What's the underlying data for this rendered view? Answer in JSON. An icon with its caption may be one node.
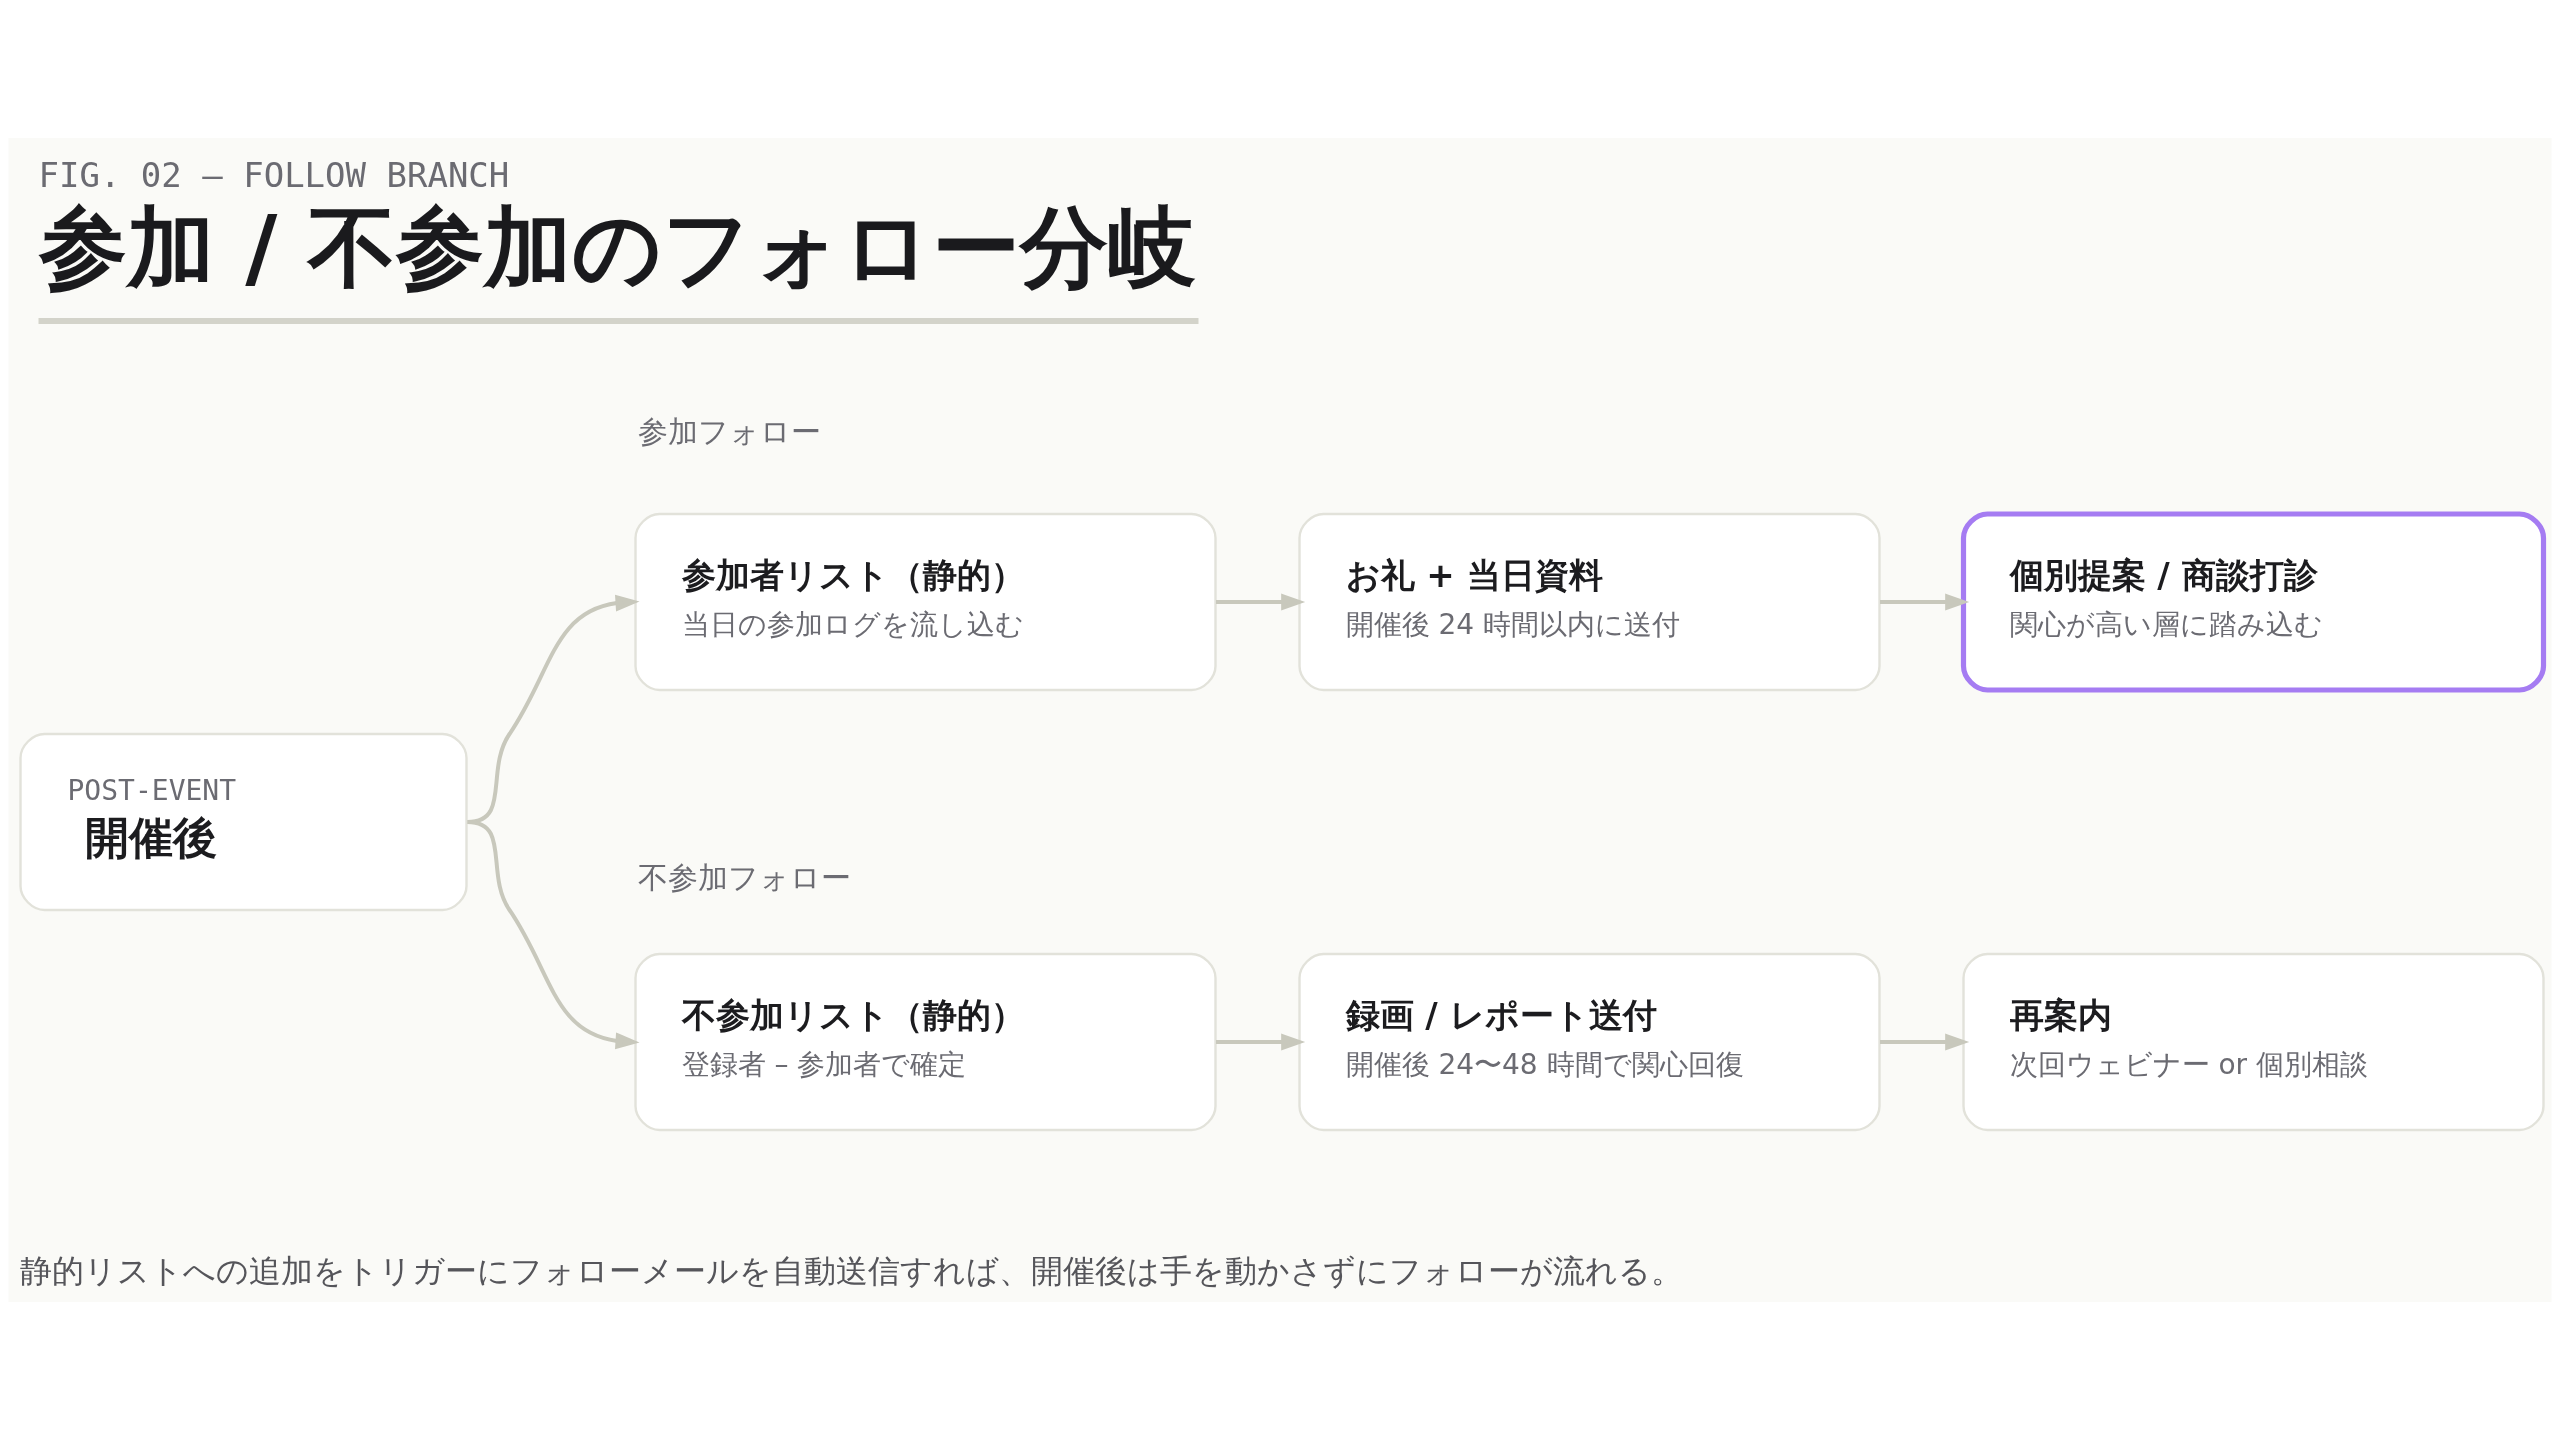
{
  "diagram": {
    "title": "参加 / 不参加のフォロー分岐",
    "caption": "静的リストへの追加をトリガーにフォローメールを自動送信すれば、開催後は手を動かさずにフォローが流れる。",
    "nodes": [
      {
        "text": [
          "POST-EVENT",
          "開催後"
        ]
      },
      {
        "text": [
          "参加者リスト（静的）",
          "当日の参加ログを流し込む"
        ]
      },
      {
        "text": [
          "お礼 + 当日資料",
          "開催後 24 時間以内に送付"
        ]
      },
      {
        "text": [
          "個別提案 / 商談打診",
          "関心が高い層に踏み込む"
        ]
      },
      {
        "text": [
          "不参加リスト（静的）",
          "登録者 – 参加者で確定"
        ]
      },
      {
        "text": [
          "録画 / レポート送付",
          "開催後 24〜48 時間で関心回復"
        ]
      },
      {
        "text": [
          "再案内",
          "次回ウェビナー or 個別相談"
        ]
      }
    ],
    "edges": [
      {
        "from": 0,
        "to": 1,
        "arrow": "to"
      },
      {
        "from": 1,
        "to": 2,
        "arrow": "to"
      },
      {
        "from": 2,
        "to": 3,
        "arrow": "to"
      },
      {
        "from": 0,
        "to": 4,
        "arrow": "to"
      },
      {
        "from": 4,
        "to": 5,
        "arrow": "to"
      },
      {
        "from": 5,
        "to": 6,
        "arrow": "to"
      }
    ],
    "labels": [
      "FIG. 02 — FOLLOW BRANCH",
      "参加フォロー",
      "不参加フォロー"
    ]
  }
}
